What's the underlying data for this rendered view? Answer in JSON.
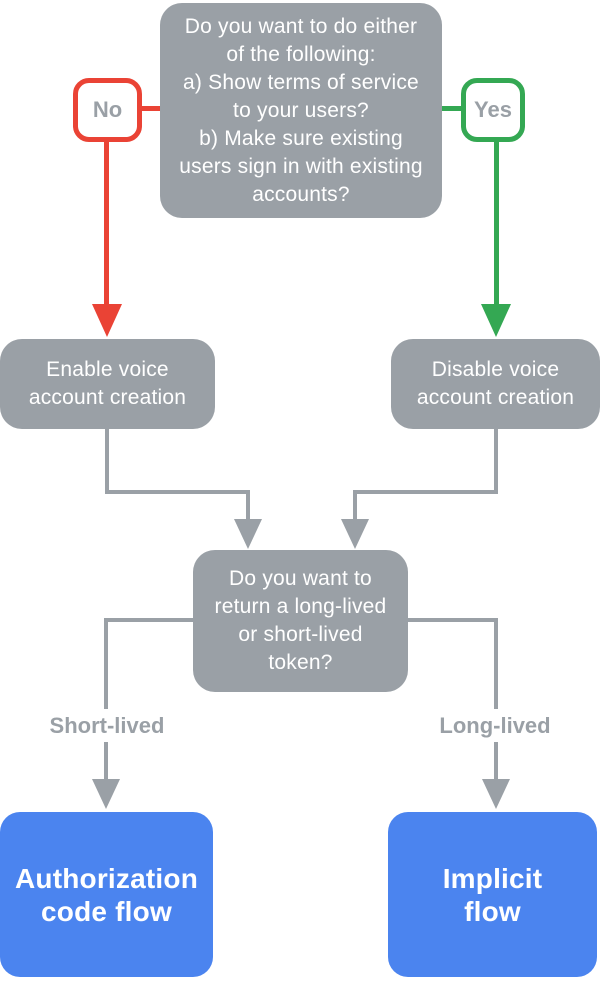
{
  "colors": {
    "gray": "#9AA0A6",
    "red": "#EA4335",
    "green": "#34A853",
    "blue": "#4B84EF",
    "white": "#FFFFFF"
  },
  "flowchart": {
    "question_terms": "Do you want to do either\nof the following:\na) Show terms of service\nto your users?\nb) Make sure existing\nusers sign in with existing\naccounts?",
    "no_label": "No",
    "yes_label": "Yes",
    "enable_voice": "Enable voice\naccount creation",
    "disable_voice": "Disable voice\naccount creation",
    "question_token": "Do you want to\nreturn a long-lived\nor short-lived\ntoken?",
    "short_lived_label": "Short-lived",
    "long_lived_label": "Long-lived",
    "authorization_flow": "Authorization\ncode flow",
    "implicit_flow": "Implicit\nflow"
  }
}
